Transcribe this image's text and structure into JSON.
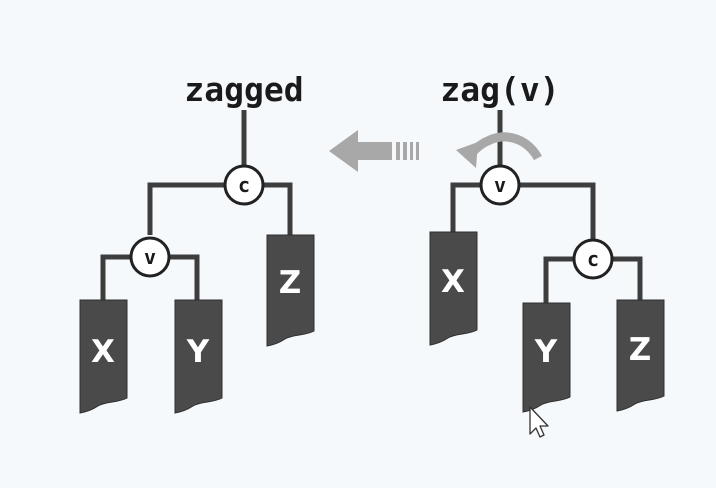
{
  "colors": {
    "background": "#f5f9fc",
    "edge": "#3d3d3d",
    "subtree": "#4a4a4a",
    "arrow": "#a8a8a8",
    "node_fill": "#ffffff"
  },
  "left_tree": {
    "title": "zagged",
    "root": "c",
    "child": "v",
    "subtrees": [
      "X",
      "Y",
      "Z"
    ]
  },
  "right_tree": {
    "title": "zag(v)",
    "root": "v",
    "child": "c",
    "subtrees": [
      "X",
      "Y",
      "Z"
    ]
  },
  "icons": [
    "transform-arrow-icon",
    "rotate-arrow-icon",
    "mouse-pointer-icon"
  ]
}
